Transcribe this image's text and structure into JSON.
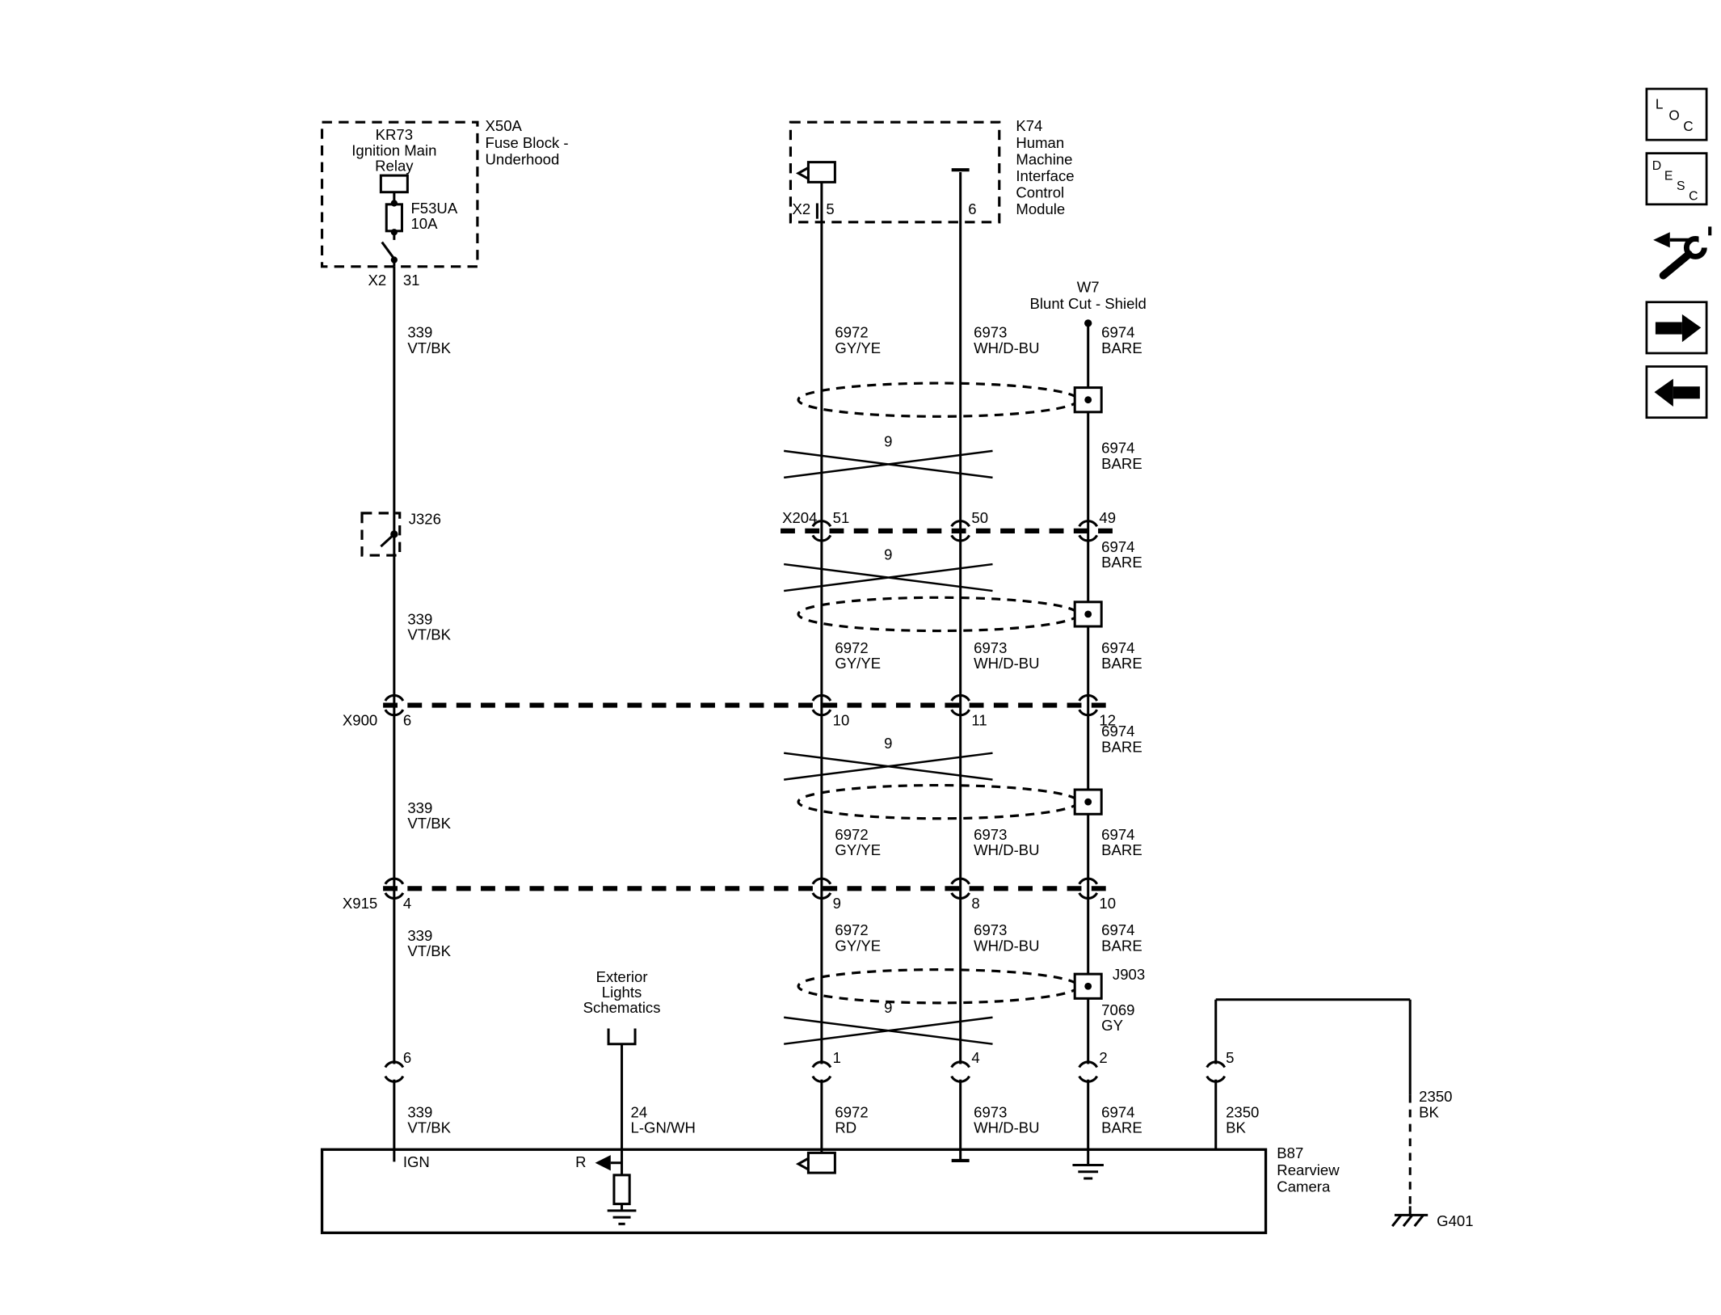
{
  "colors": {
    "ink": "#000000",
    "background": "#ffffff"
  },
  "nav": {
    "loc": "LOC",
    "desc": "DESC"
  },
  "fuse_block": {
    "code": "X50A",
    "name1": "Fuse Block -",
    "name2": "Underhood",
    "relay_code": "KR73",
    "relay_name1": "Ignition Main",
    "relay_name2": "Relay",
    "fuse_code": "F53UA",
    "fuse_rating": "10A",
    "connector": "X2",
    "pin": "31"
  },
  "hmi": {
    "code": "K74",
    "name": [
      "Human",
      "Machine",
      "Interface",
      "Control",
      "Module"
    ],
    "connector": "X2",
    "pin_camera": "5",
    "pin_ground": "6"
  },
  "shield": {
    "code": "W7",
    "name": "Blunt Cut - Shield"
  },
  "splices": {
    "j326": "J326",
    "j903": "J903"
  },
  "twist_count": "9",
  "connectors": {
    "x204": {
      "label": "X204",
      "pins": [
        "51",
        "50",
        "49"
      ]
    },
    "x900": {
      "label": "X900",
      "pins": [
        "6",
        "10",
        "11",
        "12"
      ]
    },
    "x915": {
      "label": "X915",
      "pins": [
        "4",
        "9",
        "8",
        "10"
      ]
    }
  },
  "wires": {
    "w339": {
      "id": "339",
      "color": "VT/BK"
    },
    "w6972": {
      "id": "6972",
      "color": "GY/YE"
    },
    "w6972_cam": {
      "id": "6972",
      "color": "RD"
    },
    "w6973": {
      "id": "6973",
      "color": "WH/D-BU"
    },
    "w6974": {
      "id": "6974",
      "color": "BARE"
    },
    "w7069": {
      "id": "7069",
      "color": "GY"
    },
    "w24": {
      "id": "24",
      "color": "L-GN/WH"
    },
    "w2350": {
      "id": "2350",
      "color": "BK"
    }
  },
  "ext_lights_ref": [
    "Exterior",
    "Lights",
    "Schematics"
  ],
  "camera": {
    "code": "B87",
    "name1": "Rearview",
    "name2": "Camera",
    "pins": [
      "6",
      "1",
      "4",
      "2",
      "5"
    ],
    "ign_label": "IGN",
    "reverse_label": "R"
  },
  "ground": {
    "code": "G401"
  }
}
